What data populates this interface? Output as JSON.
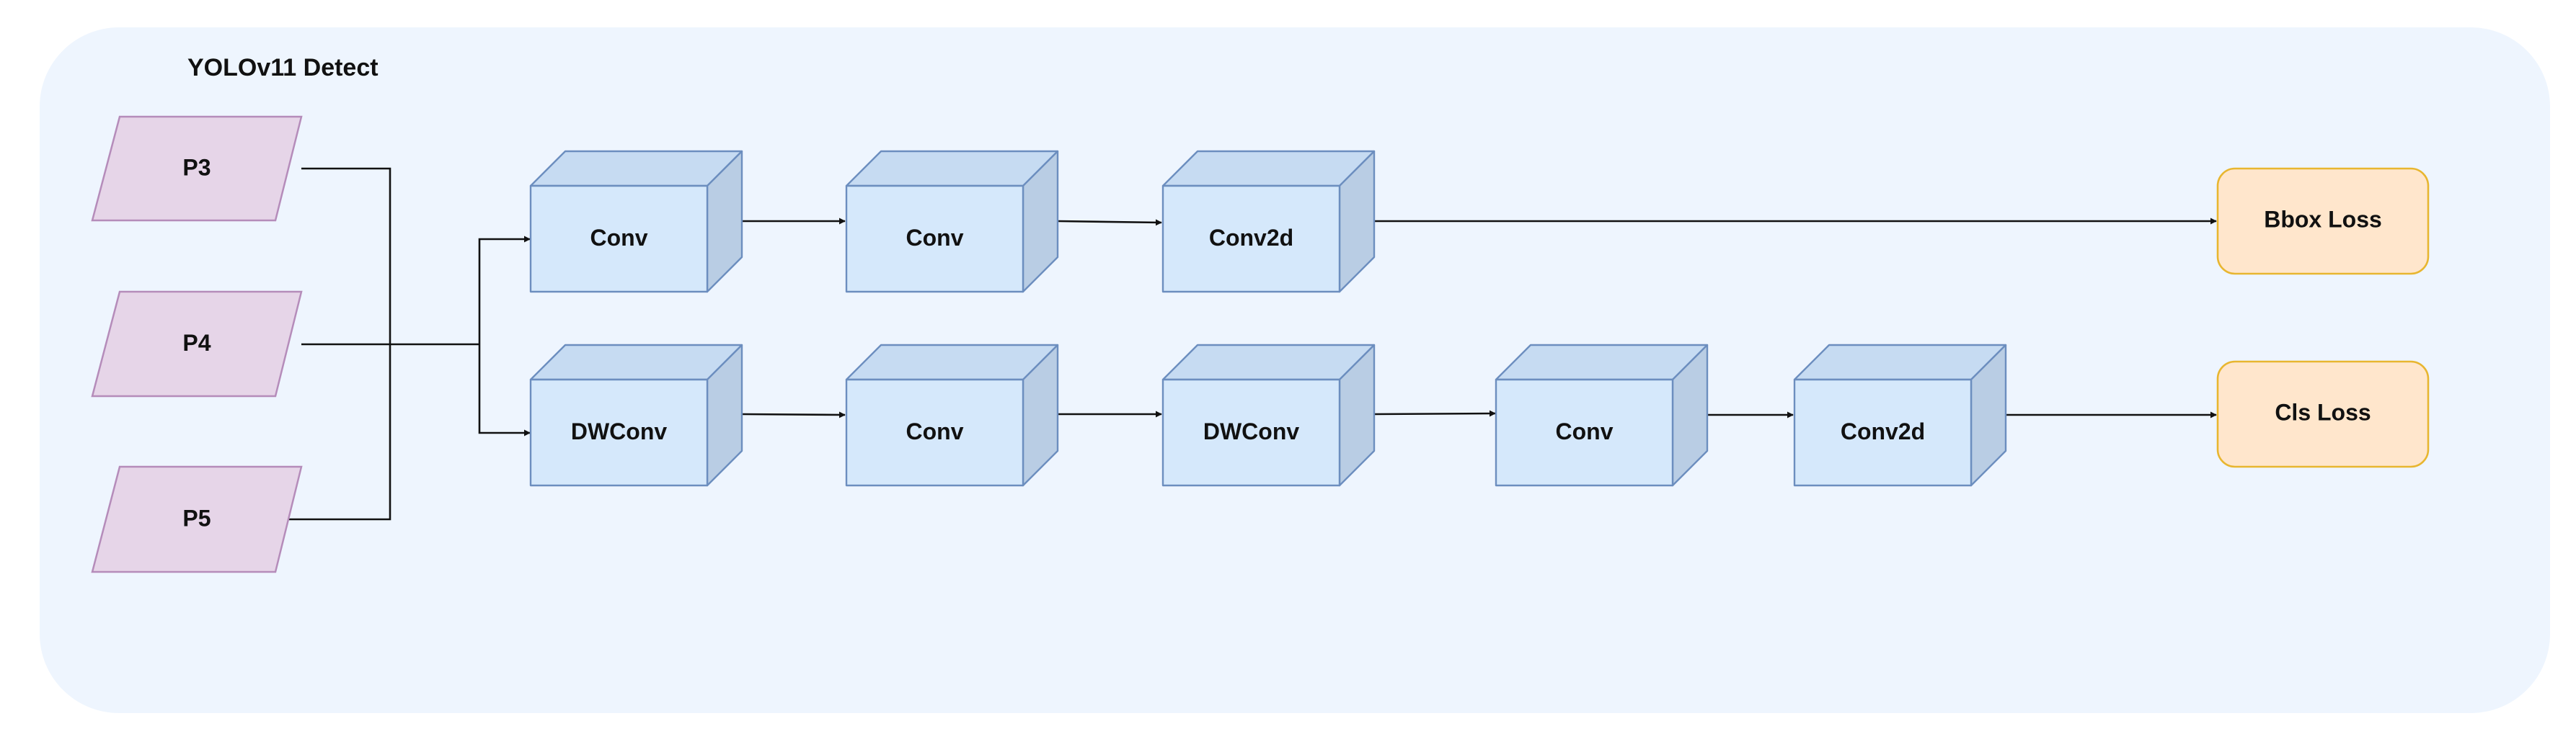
{
  "title": "YOLOv11  Detect",
  "colors": {
    "panel": "#eef5fe",
    "feature_fill": "#e6d5e8",
    "feature_stroke": "#b58cba",
    "block_front": "#d5e8fb",
    "block_top": "#c6dbf2",
    "block_side": "#b9cde4",
    "block_stroke": "#6c8ebf",
    "loss_fill": "#ffe6cc",
    "loss_stroke": "#e8b630",
    "edge": "#111111"
  },
  "inputs": [
    {
      "id": "p3",
      "label": "P3"
    },
    {
      "id": "p4",
      "label": "P4"
    },
    {
      "id": "p5",
      "label": "P5"
    }
  ],
  "bbox_branch": [
    {
      "id": "bb-conv-1",
      "label": "Conv"
    },
    {
      "id": "bb-conv-2",
      "label": "Conv"
    },
    {
      "id": "bb-conv2d",
      "label": "Conv2d"
    }
  ],
  "cls_branch": [
    {
      "id": "cls-dwconv-1",
      "label": "DWConv"
    },
    {
      "id": "cls-conv-1",
      "label": "Conv"
    },
    {
      "id": "cls-dwconv-2",
      "label": "DWConv"
    },
    {
      "id": "cls-conv-2",
      "label": "Conv"
    },
    {
      "id": "cls-conv2d",
      "label": "Conv2d"
    }
  ],
  "outputs": [
    {
      "id": "bbox-loss",
      "label": "Bbox Loss"
    },
    {
      "id": "cls-loss",
      "label": "Cls Loss"
    }
  ]
}
